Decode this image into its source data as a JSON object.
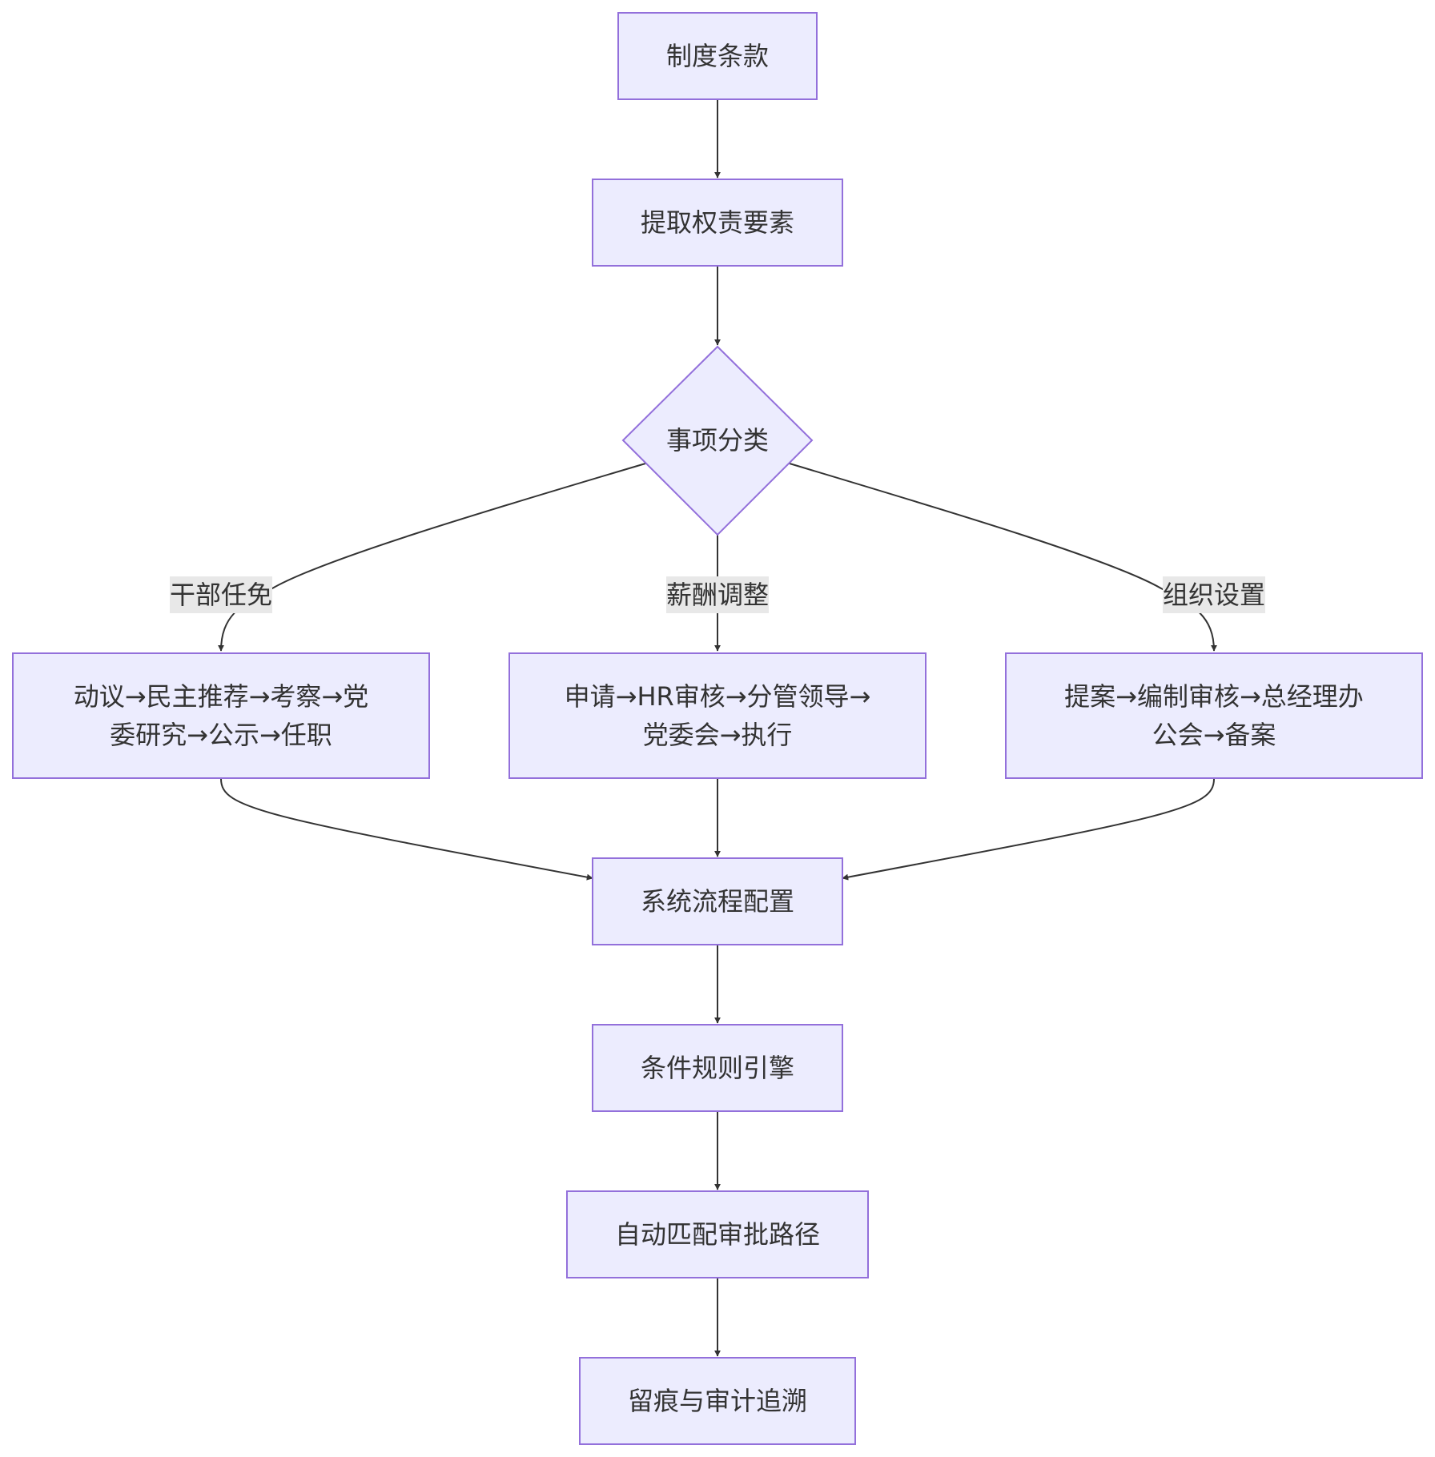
{
  "nodes": {
    "n1": "制度条款",
    "n2": "提取权责要素",
    "n3": "事项分类",
    "n4a": [
      "动议→民主推荐→考察→党",
      "委研究→公示→任职"
    ],
    "n4b": [
      "申请→HR审核→分管领导→",
      "党委会→执行"
    ],
    "n4c": [
      "提案→编制审核→总经理办",
      "公会→备案"
    ],
    "n5": "系统流程配置",
    "n6": "条件规则引擎",
    "n7": "自动匹配审批路径",
    "n8": "留痕与审计追溯"
  },
  "edge_labels": {
    "left": "干部任免",
    "middle": "薪酬调整",
    "right": "组织设置"
  },
  "colors": {
    "node_fill": "#ececfe",
    "node_stroke": "#9370db",
    "edge": "#333333",
    "label_bg": "#e8e8e8"
  }
}
